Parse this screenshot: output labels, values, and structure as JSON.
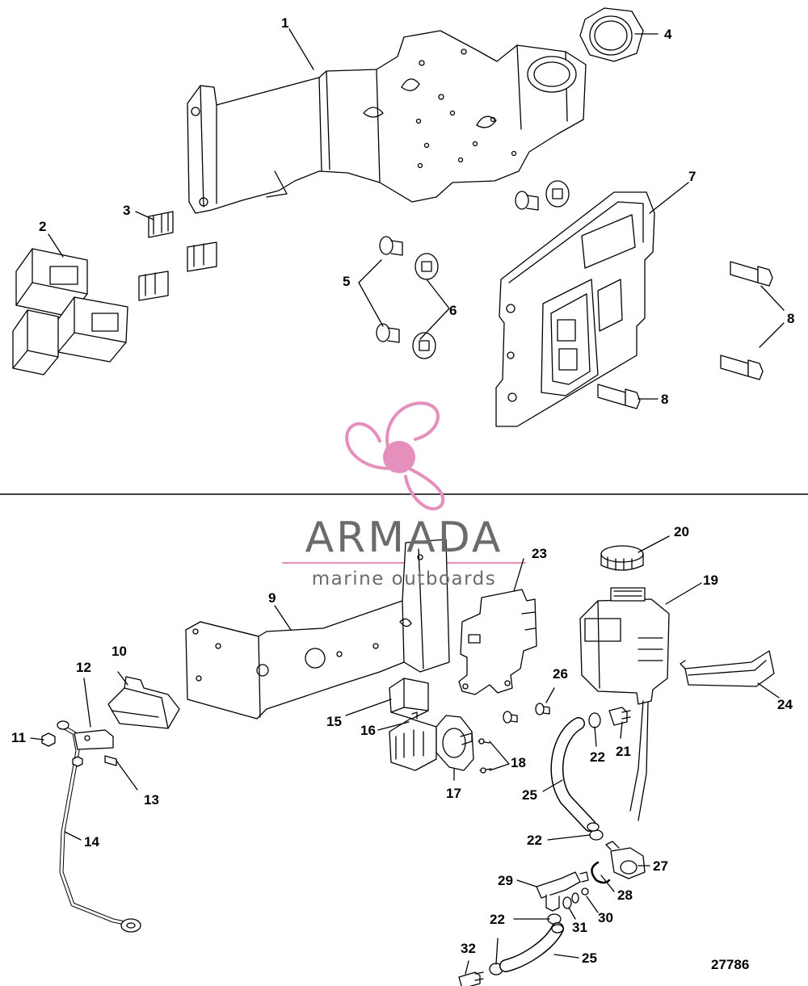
{
  "figure_number": "27786",
  "watermark": {
    "brand": "ARMADA",
    "tagline": "marine outboards",
    "accent_color": "#e58fbc"
  },
  "callouts": {
    "c1": "1",
    "c2": "2",
    "c3": "3",
    "c4": "4",
    "c5": "5",
    "c6": "6",
    "c7": "7",
    "c8a": "8",
    "c8b": "8",
    "c9": "9",
    "c10": "10",
    "c11": "11",
    "c12": "12",
    "c13": "13",
    "c14": "14",
    "c15": "15",
    "c16": "16",
    "c17": "17",
    "c18": "18",
    "c19": "19",
    "c20": "20",
    "c21": "21",
    "c22a": "22",
    "c22b": "22",
    "c22c": "22",
    "c23": "23",
    "c24": "24",
    "c25a": "25",
    "c25b": "25",
    "c26": "26",
    "c27": "27",
    "c28": "28",
    "c29": "29",
    "c30": "30",
    "c31": "31",
    "c32": "32"
  }
}
